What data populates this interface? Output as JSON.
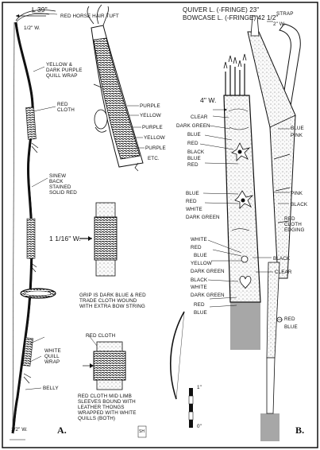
{
  "bow_figure": {
    "top_length": "L 39\"",
    "tip_width_top": "1/2\" W.",
    "tuft": "RED HORSE HAIR TUFT",
    "quill_wrap_colors": "YELLOW & DARK PURPLE QUILL WRAP",
    "red_cloth": "RED CLOTH",
    "sinew_back": "SINEW BACK STAINED SOLID RED",
    "detail_bands": [
      "PURPLE",
      "YELLOW",
      "PURPLE",
      "YELLOW",
      "PURPLE",
      "ETC."
    ],
    "mid_width": "1 1/16\" W.",
    "grip_note": "GRIP IS DARK BLUE & RED TRADE CLOTH WOUND WITH EXTRA BOW STRING",
    "lower_red_cloth": "RED CLOTH",
    "white_quill_wrap": "WHITE QUILL WRAP",
    "sleeves_note": "RED CLOTH MID LIMB SLEEVES BOUND WITH LEATHER THONGS WRAPPED WITH WHITE QUILLS (BOTH)",
    "belly": "BELLY",
    "tip_width_bottom": "1/2\" W.",
    "label": "A."
  },
  "quiver_figure": {
    "quiver_length": "QUIVER L. (-FRINGE) 23\"",
    "bowcase_length": "BOWCASE L. (-FRINGE) 42 1/2\"",
    "strap": "STRAP",
    "strap_width": "2\" W.",
    "top_width": "4\" W.",
    "left_colors_1": [
      "CLEAR",
      "DARK GREEN",
      "BLUE",
      "RED"
    ],
    "left_colors_2": [
      "BLACK",
      "BLUE",
      "RED"
    ],
    "left_colors_3": [
      "BLUE",
      "RED",
      "WHITE",
      "DARK GREEN"
    ],
    "left_colors_4": [
      "WHITE",
      "RED",
      "BLUE",
      "YELLOW",
      "DARK GREEN"
    ],
    "left_colors_5": [
      "BLACK",
      "WHITE",
      "DARK GREEN",
      "RED",
      "BLUE"
    ],
    "right_blue": "BLUE",
    "right_pink_top": "PINK",
    "right_pink": "PINK",
    "right_black": "BLACK",
    "red_edging": "RED CLOTH EDGING",
    "right_black2": "BLACK",
    "right_clear": "CLEAR",
    "right_red": "RED",
    "right_blue2": "BLUE",
    "scale_top": "1\"",
    "scale_bottom": "0\"",
    "label": "B.",
    "signature": "SH"
  }
}
